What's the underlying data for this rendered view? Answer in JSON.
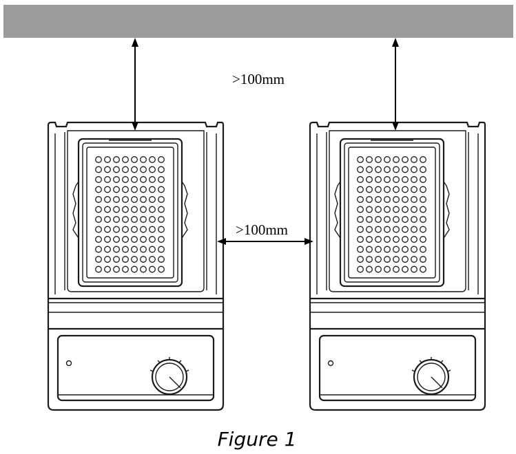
{
  "labels": {
    "vertical_clearance": ">100mm",
    "horizontal_clearance": ">100mm"
  },
  "caption": "Figure 1",
  "colors": {
    "ceiling_bar": "#9b9b9b",
    "line": "#1a1a1a"
  },
  "icons": [
    "ceiling-bar",
    "shaker-unit",
    "microplate",
    "knob",
    "arrow"
  ]
}
